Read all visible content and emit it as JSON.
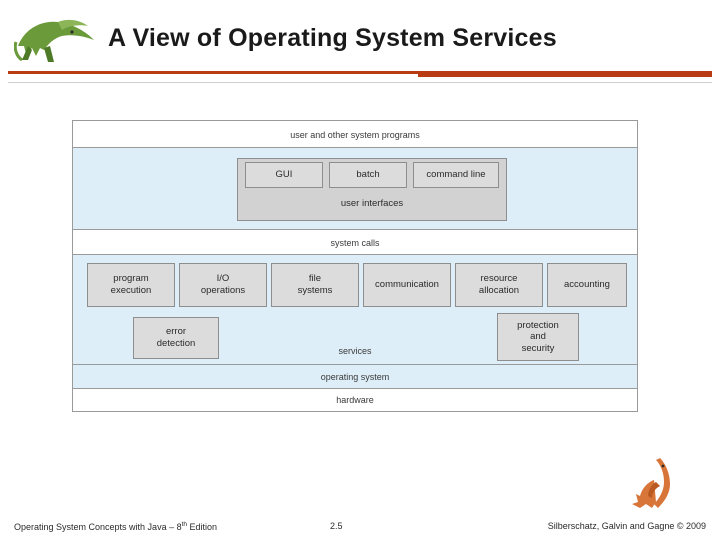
{
  "slide": {
    "title": "A View of Operating System Services",
    "accent_color": "#b93b12"
  },
  "diagram": {
    "layers": {
      "user_programs": "user and other system programs",
      "system_calls": "system calls",
      "services": "services",
      "operating_system": "operating system",
      "hardware": "hardware",
      "user_interfaces": "user interfaces"
    },
    "interface_boxes": [
      {
        "label": "GUI"
      },
      {
        "label": "batch"
      },
      {
        "label": "command line"
      }
    ],
    "service_boxes": [
      {
        "line1": "program",
        "line2": "execution"
      },
      {
        "line1": "I/O",
        "line2": "operations"
      },
      {
        "line1": "file",
        "line2": "systems"
      },
      {
        "line1": "communication",
        "line2": ""
      },
      {
        "line1": "resource",
        "line2": "allocation"
      },
      {
        "line1": "accounting",
        "line2": ""
      },
      {
        "line1": "error",
        "line2": "detection"
      },
      {
        "line1": "protection",
        "line2": "and",
        "line3": "security"
      }
    ]
  },
  "footer": {
    "left_text": "Operating System Concepts with Java – 8",
    "left_sup": "th",
    "left_text_tail": " Edition",
    "page_number": "2.5",
    "right_text": "Silberschatz, Galvin and Gagne © 2009"
  }
}
